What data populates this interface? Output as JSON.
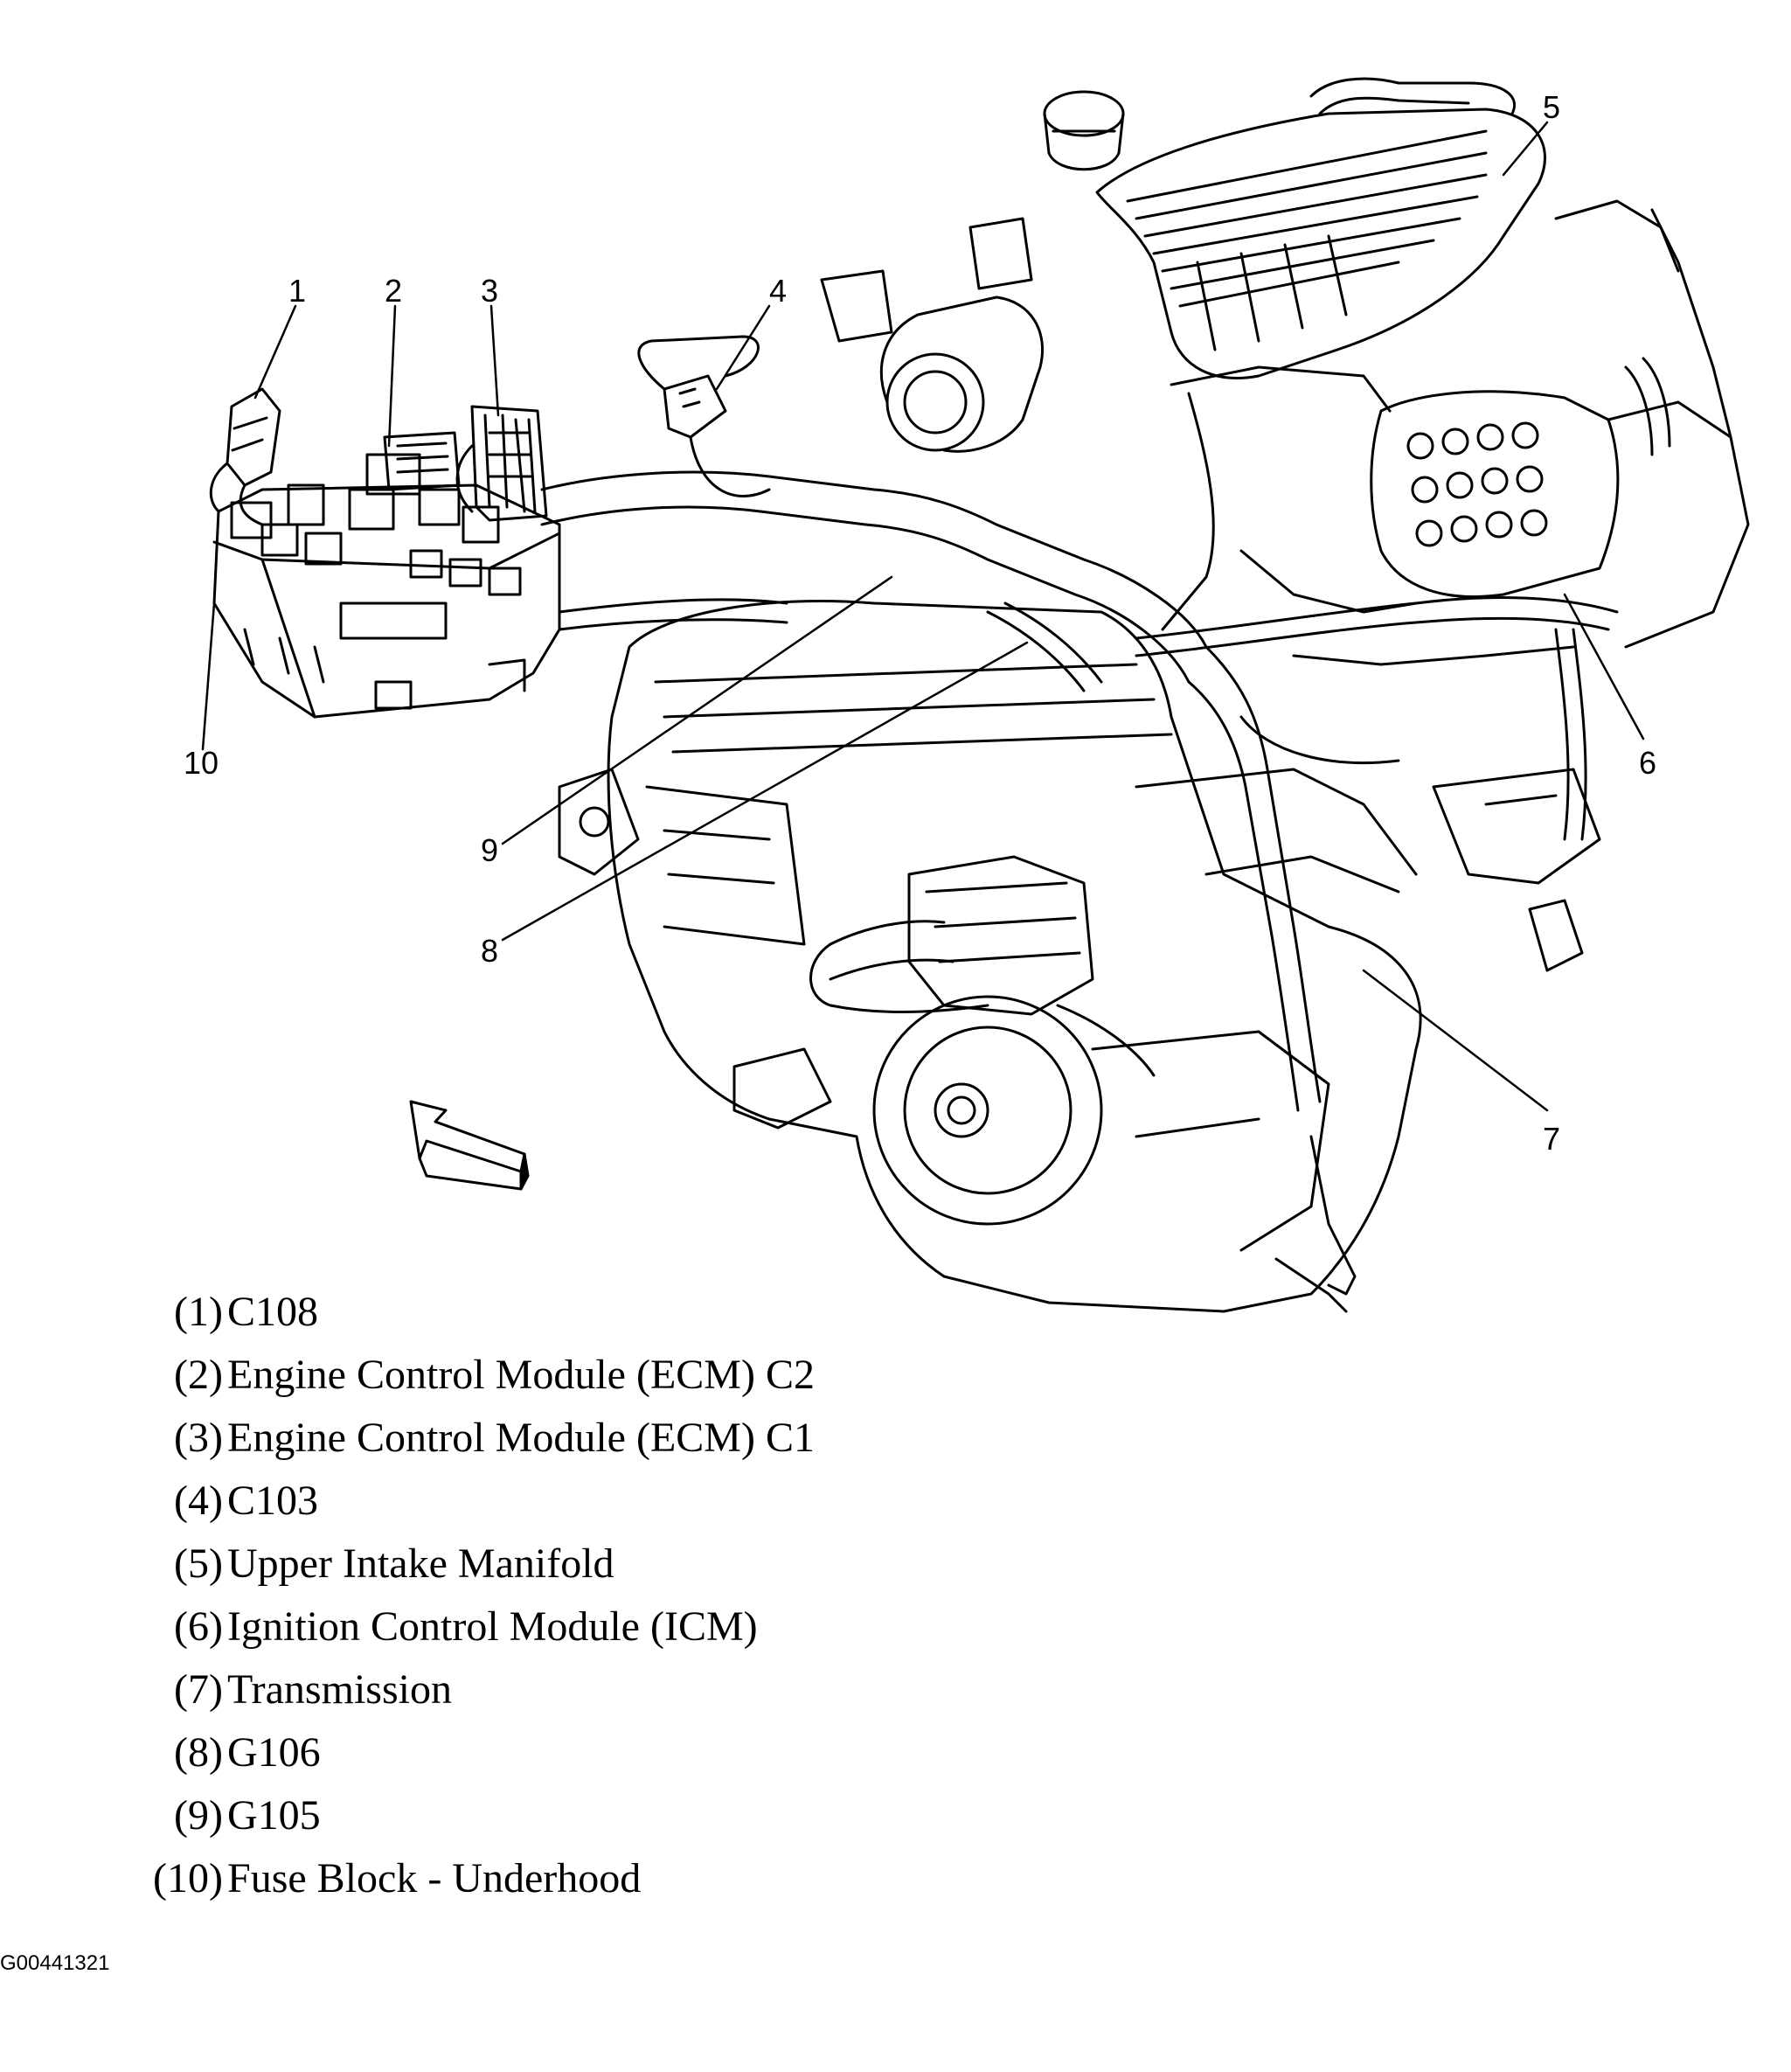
{
  "callouts": [
    {
      "num": "1"
    },
    {
      "num": "2"
    },
    {
      "num": "3"
    },
    {
      "num": "4"
    },
    {
      "num": "5"
    },
    {
      "num": "6"
    },
    {
      "num": "7"
    },
    {
      "num": "8"
    },
    {
      "num": "9"
    },
    {
      "num": "10"
    }
  ],
  "legend": [
    {
      "num": "(1)",
      "label": "C108"
    },
    {
      "num": "(2)",
      "label": "Engine Control Module (ECM) C2"
    },
    {
      "num": "(3)",
      "label": "Engine Control Module (ECM) C1"
    },
    {
      "num": "(4)",
      "label": "C103"
    },
    {
      "num": "(5)",
      "label": "Upper Intake Manifold"
    },
    {
      "num": "(6)",
      "label": "Ignition Control Module (ICM)"
    },
    {
      "num": "(7)",
      "label": "Transmission"
    },
    {
      "num": "(8)",
      "label": "G106"
    },
    {
      "num": "(9)",
      "label": "G105"
    },
    {
      "num": "(10)",
      "label": "Fuse Block - Underhood"
    }
  ],
  "figure_id": "G00441321",
  "colors": {
    "ink": "#000000",
    "paper": "#ffffff"
  }
}
